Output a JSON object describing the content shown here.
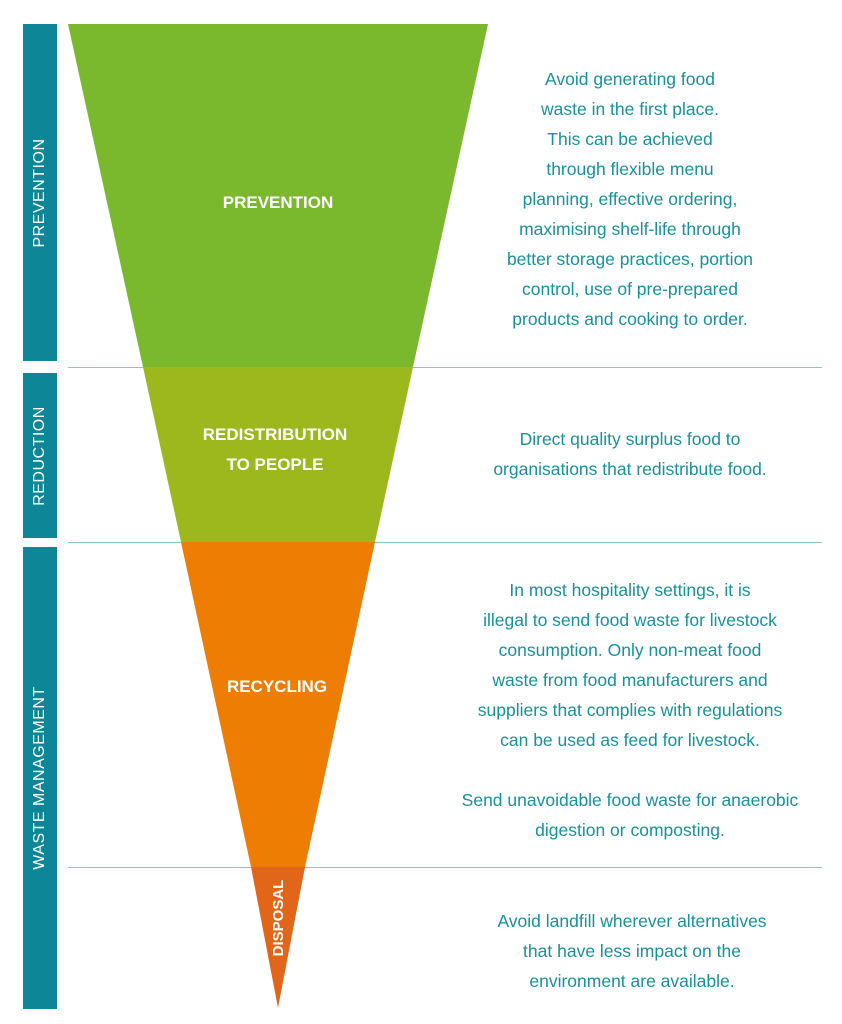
{
  "sidebar": {
    "prevention": "PREVENTION",
    "reduction": "REDUCTION",
    "waste_management": "WASTE MANAGEMENT"
  },
  "stages": {
    "prevention": "PREVENTION",
    "redistribution": "REDISTRIBUTION\nTO PEOPLE",
    "recycling": "RECYCLING",
    "disposal": "DISPOSAL"
  },
  "descriptions": {
    "prevention": "Avoid generating food\nwaste in the first place.\nThis can be achieved\nthrough flexible menu\nplanning, effective ordering,\nmaximising shelf-life through\nbetter storage practices, portion\ncontrol, use of pre-prepared\nproducts and cooking to order.",
    "redistribution": "Direct quality surplus food to\norganisations that redistribute food.",
    "recycling": "In most hospitality settings, it is\nillegal to send food waste for livestock\nconsumption. Only non-meat food\nwaste from food manufacturers and\nsuppliers that complies with regulations\ncan be used as feed for livestock.\n\nSend unavoidable food waste for anaerobic\ndigestion or composting.",
    "disposal": "Avoid landfill wherever alternatives\nthat have less impact on the\nenvironment are available."
  },
  "colors": {
    "prevention": "#7ab92d",
    "redistribution": "#9cb81c",
    "recycling": "#ee7d03",
    "disposal": "#e2661a",
    "sidebar": "#0d8797",
    "text": "#17919c"
  }
}
